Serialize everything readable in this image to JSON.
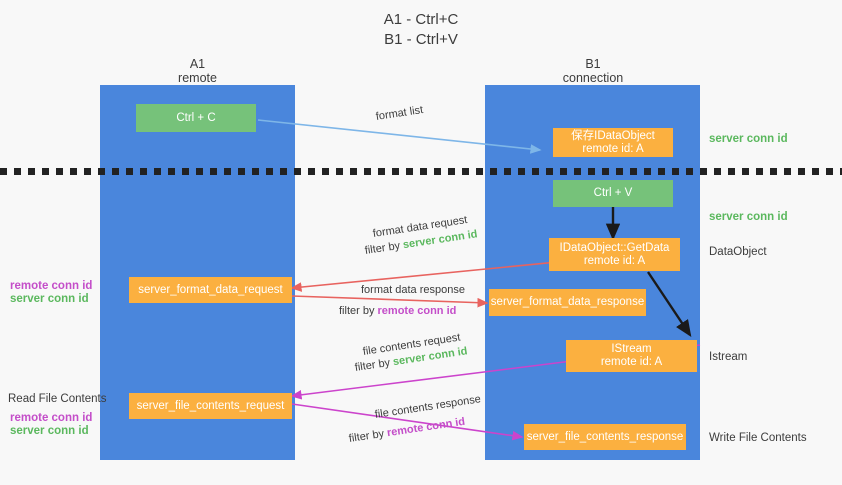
{
  "title": {
    "line1": "A1 - Ctrl+C",
    "line2": "B1 - Ctrl+V"
  },
  "lanes": [
    {
      "name": "A1",
      "sub": "remote"
    },
    {
      "name": "B1",
      "sub": "connection"
    }
  ],
  "boxes": {
    "ctrl_c": "Ctrl + C",
    "ctrl_v": "Ctrl + V",
    "save_idataobject_l1": "保存IDataObject",
    "save_idataobject_l2": "remote id: A",
    "getdata_l1": "IDataObject::GetData",
    "getdata_l2": "remote id: A",
    "istream_l1": "IStream",
    "istream_l2": "remote id: A",
    "server_format_data_request": "server_format_data_request",
    "server_format_data_response": "server_format_data_response",
    "server_file_contents_request": "server_file_contents_request",
    "server_file_contents_response": "server_file_contents_response"
  },
  "edges": {
    "format_list": "format list",
    "format_data_request": "format data request",
    "format_data_request_filter_pre": "filter by ",
    "format_data_request_filter_id": "server conn id",
    "format_data_response": "format data response",
    "format_data_response_filter_pre": "filter by ",
    "format_data_response_filter_id": "remote conn id",
    "file_contents_request": "file contents request",
    "file_contents_request_filter_pre": "filter by ",
    "file_contents_request_filter_id": "server conn id",
    "file_contents_response": "file contents response",
    "file_contents_response_filter_pre": "filter by ",
    "file_contents_response_filter_id": "remote conn id"
  },
  "right_labels": {
    "server_conn_id_top": "server conn id",
    "server_conn_id_mid": "server conn id",
    "dataobject": "DataObject",
    "istream": "Istream",
    "write_file_contents": "Write File Contents"
  },
  "left_labels": {
    "remote_conn_id_1": "remote conn id",
    "server_conn_id_1": "server conn id",
    "read_file_contents": "Read File Contents",
    "remote_conn_id_2": "remote conn id",
    "server_conn_id_2": "server conn id"
  },
  "colors": {
    "lane": "#4a86dc",
    "green_box": "#76c27a",
    "orange_box": "#fbb040",
    "green_text": "#5bb85e",
    "purple_text": "#c44ec9",
    "red_arrow": "#e8635f",
    "magenta_arrow": "#cc44cc",
    "blue_arrow": "#7eb6e8",
    "black_arrow": "#1a1a1a",
    "background": "#f8f8f8"
  }
}
